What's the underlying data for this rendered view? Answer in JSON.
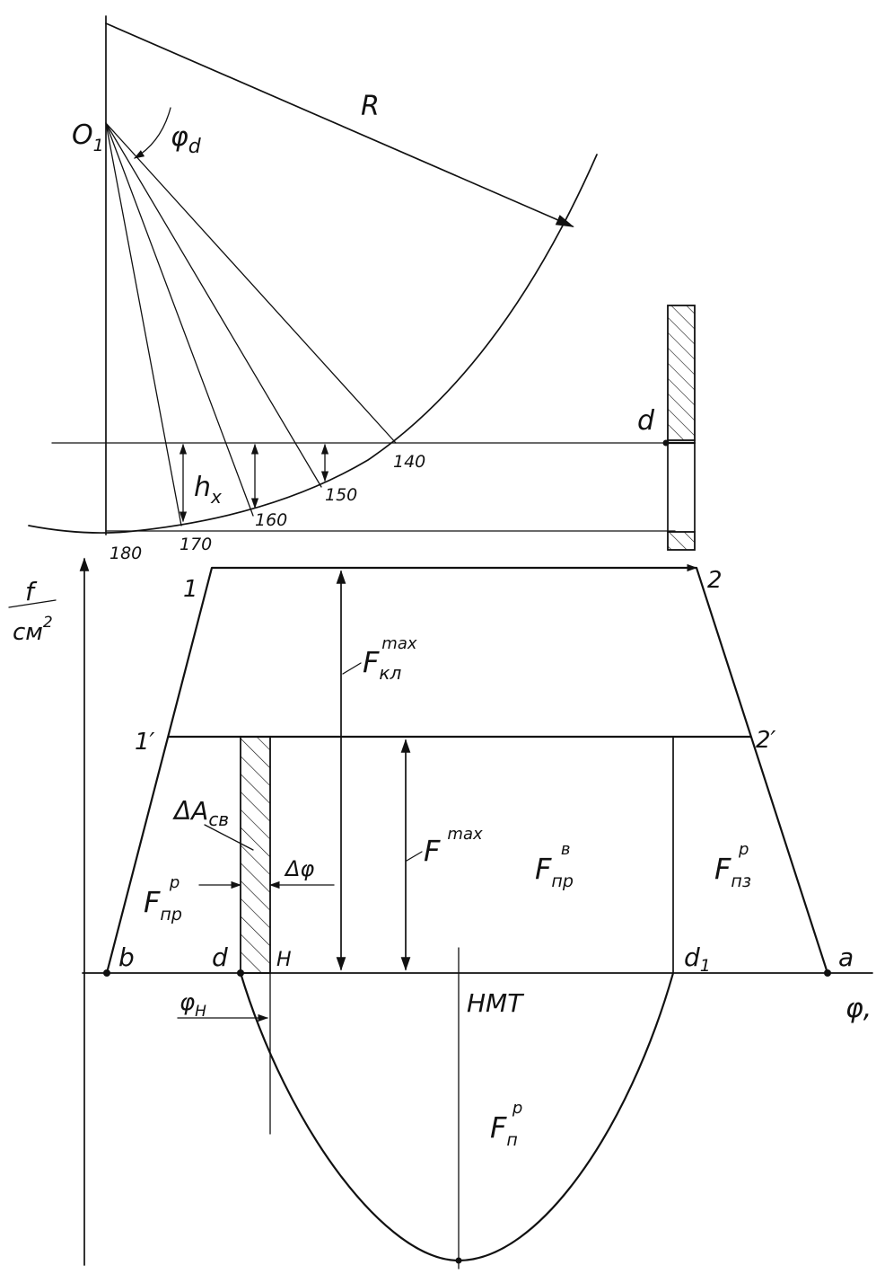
{
  "diagram": {
    "top": {
      "center_label": "O",
      "center_sub": "1",
      "radius_label": "R",
      "angle_label": "φ",
      "angle_sub": "d",
      "height_label": "h",
      "height_sub": "x",
      "port_label": "d",
      "angle_marks": [
        "140",
        "150",
        "160",
        "170",
        "180"
      ]
    },
    "bottom": {
      "y_axis_num": "f",
      "y_axis_den": "см",
      "y_axis_den_sup": "2",
      "x_axis_label": "φ,",
      "corner_1": "1",
      "corner_2": "2",
      "corner_1p": "1′",
      "corner_2p": "2′",
      "point_b": "b",
      "point_d": "d",
      "point_H": "Н",
      "point_d1": "d",
      "point_d1_sub": "1",
      "point_a": "a",
      "bdc": "НМТ",
      "f_kl": "F",
      "f_kl_sub": "кл",
      "f_kl_sup": "max",
      "f_max": "F",
      "f_max_sup": "max",
      "delta_a": "ΔA",
      "delta_a_sub": "св",
      "delta_phi": "Δφ",
      "phi_h": "φ",
      "phi_h_sub": "Н",
      "f_pr_p": "F",
      "f_pr_p_sub": "пр",
      "f_pr_p_sup": "р",
      "f_pr_v": "F",
      "f_pr_v_sub": "пр",
      "f_pr_v_sup": "в",
      "f_pz_p": "F",
      "f_pz_p_sub": "пз",
      "f_pz_p_sup": "р",
      "f_p_p": "F",
      "f_p_p_sub": "п",
      "f_p_p_sup": "р"
    }
  }
}
